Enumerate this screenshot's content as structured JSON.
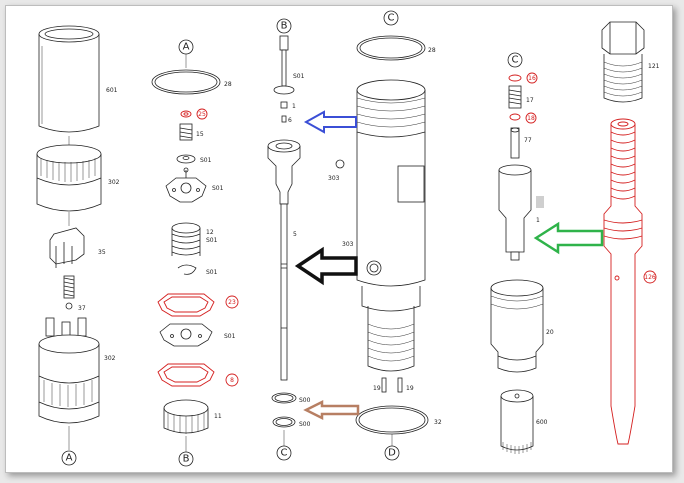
{
  "columns": [
    {
      "id": "A",
      "top": "A",
      "bottom": "A"
    },
    {
      "id": "B",
      "top": "A",
      "bottom": "B"
    },
    {
      "id": "C",
      "top": "B",
      "bottom": "C"
    },
    {
      "id": "D",
      "top": "C",
      "bottom": "D"
    },
    {
      "id": "E",
      "top": "C"
    }
  ],
  "parts": {
    "p601a": "601",
    "p302a": "302",
    "p35": "35",
    "p37": "37",
    "p302b": "302",
    "p28a": "28",
    "p25": "25",
    "p15": "15",
    "p501a": "S01",
    "p501b": "S01",
    "p12": "12",
    "p501c": "S01",
    "p501d": "S01",
    "p23": "23",
    "p501e": "S01",
    "p8": "8",
    "p11": "11",
    "p501f": "S01",
    "p1a": "1",
    "p6": "6",
    "p5": "5",
    "p500a": "S00",
    "p500b": "S00",
    "p28b": "28",
    "p303a": "303",
    "p303b": "303",
    "p19a": "19",
    "p19b": "19",
    "p32": "32",
    "p16": "16",
    "p17": "17",
    "p18": "18",
    "p77": "77",
    "p1b": "1",
    "p20": "20",
    "p600": "600",
    "p121": "121",
    "p126": "126"
  },
  "colors": {
    "arrow_blue": "#3b4fd6",
    "arrow_black": "#111111",
    "arrow_green": "#2fb34a",
    "arrow_brown": "#b77f63",
    "highlight_red": "#d42020"
  }
}
